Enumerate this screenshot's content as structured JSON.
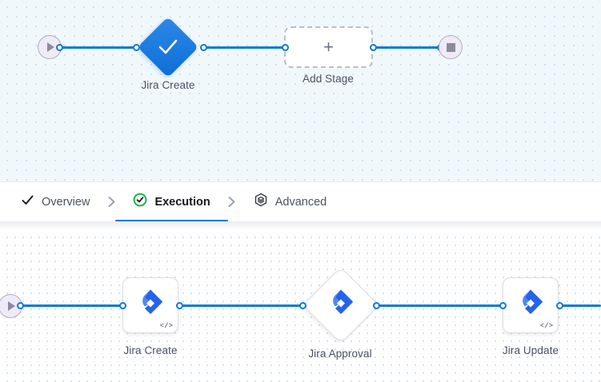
{
  "top_canvas": {
    "name": "pipeline-overview-canvas",
    "start_node": {
      "icon": "play-icon",
      "title": "Start"
    },
    "end_node": {
      "icon": "stop-icon",
      "title": "End"
    },
    "stages": [
      {
        "label": "Jira Create",
        "icon": "check-icon",
        "shape": "diamond",
        "state": "success"
      }
    ],
    "add_stage": {
      "label": "Add Stage",
      "icon": "plus-icon"
    }
  },
  "tabs": {
    "items": [
      {
        "id": "overview",
        "label": "Overview",
        "icon": "check-icon",
        "active": false
      },
      {
        "id": "execution",
        "label": "Execution",
        "icon": "check-circle-icon",
        "active": true
      },
      {
        "id": "advanced",
        "label": "Advanced",
        "icon": "hexagon-layers-icon",
        "active": false
      }
    ],
    "separator_icon": "chevron-right-icon",
    "active_color": "#0b7ad6",
    "success_color": "#21b24b"
  },
  "bottom_canvas": {
    "name": "execution-graph-canvas",
    "start_node": {
      "icon": "play-icon",
      "title": "Start"
    },
    "nodes": [
      {
        "label": "Jira Create",
        "icon": "jira-icon",
        "shape": "card",
        "badge": "</>"
      },
      {
        "label": "Jira Approval",
        "icon": "jira-icon",
        "shape": "diamond",
        "badge": ""
      },
      {
        "label": "Jira Update",
        "icon": "jira-icon",
        "shape": "card",
        "badge": "</>"
      }
    ]
  },
  "colors": {
    "edge": "#0b7ad6",
    "jira_blue": "#2563eb",
    "stage_blue": "#0c6fd6",
    "canvas_top_bg": "#f1f8fb",
    "canvas_bottom_bg": "#ffffff"
  }
}
